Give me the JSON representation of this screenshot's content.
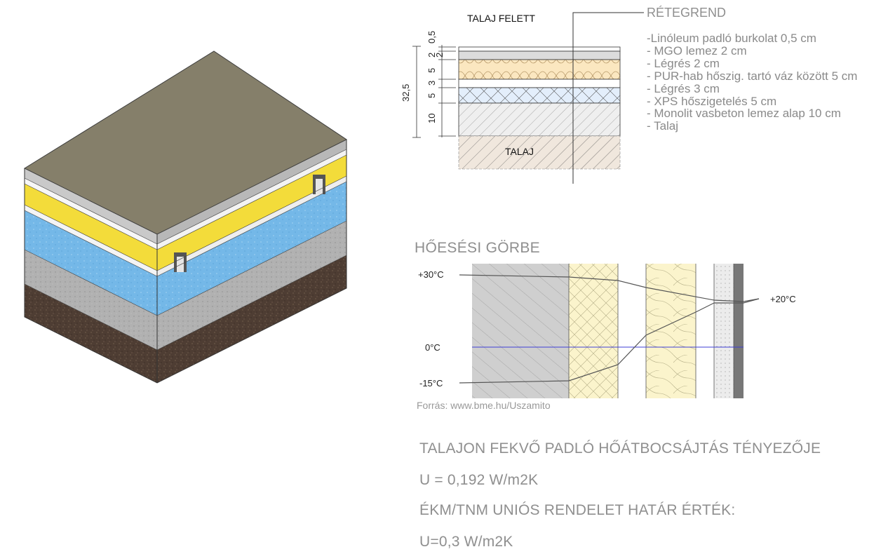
{
  "section": {
    "above_label": "TALAJ FELETT",
    "ground_label": "TALAJ",
    "total_thickness": "32,5",
    "dims": [
      "0,5",
      "2",
      "2",
      "5",
      "3",
      "5",
      "10"
    ]
  },
  "layers": {
    "title": "RÉTEGREND",
    "items": [
      "-Linóleum padló burkolat 0,5 cm",
      "- MGO lemez 2 cm",
      "- Légrés 2 cm",
      "- PUR-hab hőszig. tartó váz között 5 cm",
      "- Légrés 3 cm",
      "- XPS hőszigetelés 5 cm",
      "- Monolit vasbeton lemez alap 10 cm",
      "- Talaj"
    ]
  },
  "curve": {
    "title": "HŐESÉSI GÖRBE",
    "t_plus30": "+30°C",
    "t_zero": "0°C",
    "t_minus15": "-15°C",
    "t_plus20": "+20°C",
    "source": "Forrás: www.bme.hu/Uszamito"
  },
  "result": {
    "heading": "TALAJON FEKVŐ PADLÓ HŐÁTBOCSÁJTÁS TÉNYEZŐJE",
    "u_value": "U = 0,192 W/m2K",
    "limit_heading": "ÉKM/TNM UNIÓS RENDELET HATÁR ÉRTÉK:",
    "limit_value": "U=0,3 W/m2K"
  },
  "colors": {
    "linoleum": "#857f6a",
    "insulation_yellow": "#f3dc3a",
    "xps_blue": "#6fb4e6",
    "concrete": "#aeaeae",
    "soil": "#4a3a30",
    "pur_section": "#fbe7c0",
    "xps_section": "#e3eefb"
  }
}
